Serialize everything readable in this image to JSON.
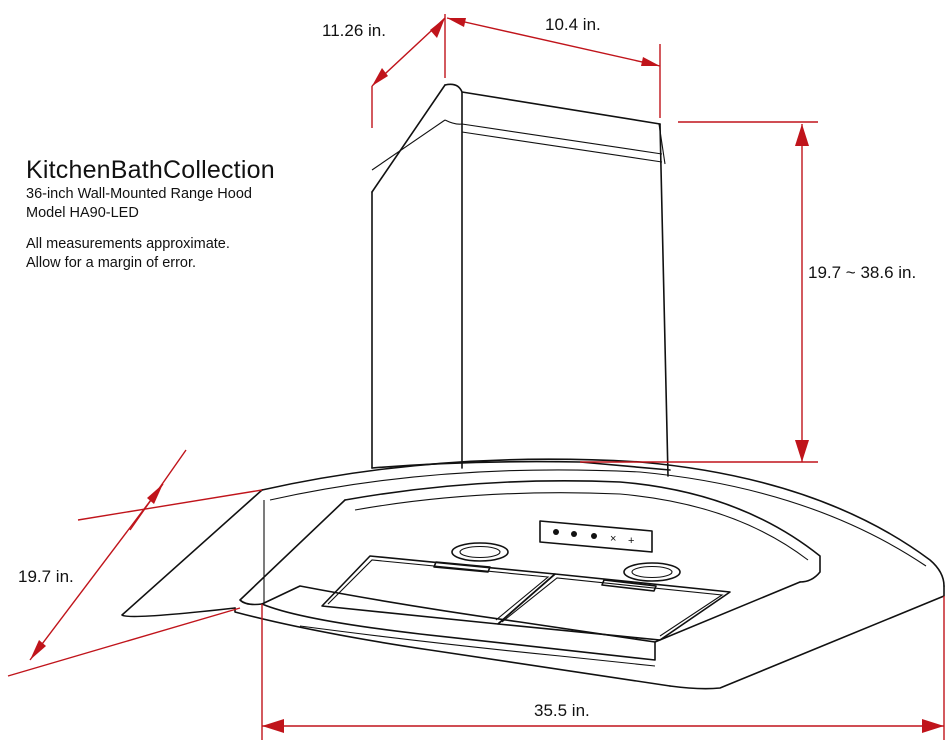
{
  "brand": {
    "name": "KitchenBathCollection",
    "product": "36-inch Wall-Mounted Range Hood",
    "model": "Model HA90-LED",
    "note1": "All measurements approximate.",
    "note2": "Allow for a margin of error."
  },
  "dimensions": {
    "chimney_depth": "11.26 in.",
    "chimney_width": "10.4 in.",
    "chimney_height": "19.7 ~ 38.6 in.",
    "hood_depth": "19.7 in.",
    "hood_width": "35.5 in."
  },
  "colors": {
    "dimension_lines": "#c0141b",
    "outline": "#111111"
  }
}
